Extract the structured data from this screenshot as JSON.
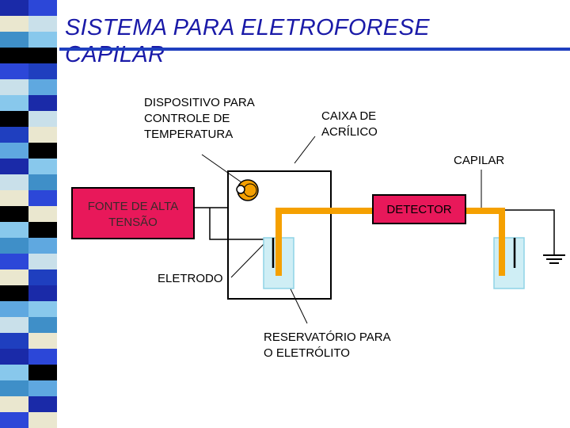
{
  "slide": {
    "title_lines": [
      "SISTEMA PARA ELETROFORESE",
      "CAPILAR"
    ]
  },
  "labels": {
    "temperature_device": [
      "DISPOSITIVO PARA",
      "CONTROLE DE",
      "TEMPERATURA"
    ],
    "acrylic_box": [
      "CAIXA DE",
      "ACRÍLICO"
    ],
    "capillary": "CAPILAR",
    "power_supply": [
      "FONTE DE ALTA",
      "TENSÃO"
    ],
    "detector": "DETECTOR",
    "electrode": "ELETRODO",
    "reservoir": [
      "RESERVATÓRIO PARA",
      "O ELETRÓLITO"
    ]
  },
  "colors": {
    "title": "#1a1aa8",
    "power_supply_fill": "#e8185a",
    "capillary": "#f5a000",
    "detector_fill": "#e8185a",
    "reservoir_fill": "#cfeef5",
    "reservoir_outline": "#8fd3e6",
    "stripe_colors": [
      "#1a2aa8",
      "#000000",
      "#3f8fc8",
      "#c9e0ea",
      "#2c47d8",
      "#5fa8e0",
      "#88c8ec",
      "#eae7cf",
      "#1f3fbf"
    ]
  },
  "icons": {
    "thermostat": "temperature-control-icon",
    "ground": "ground-symbol-icon"
  }
}
